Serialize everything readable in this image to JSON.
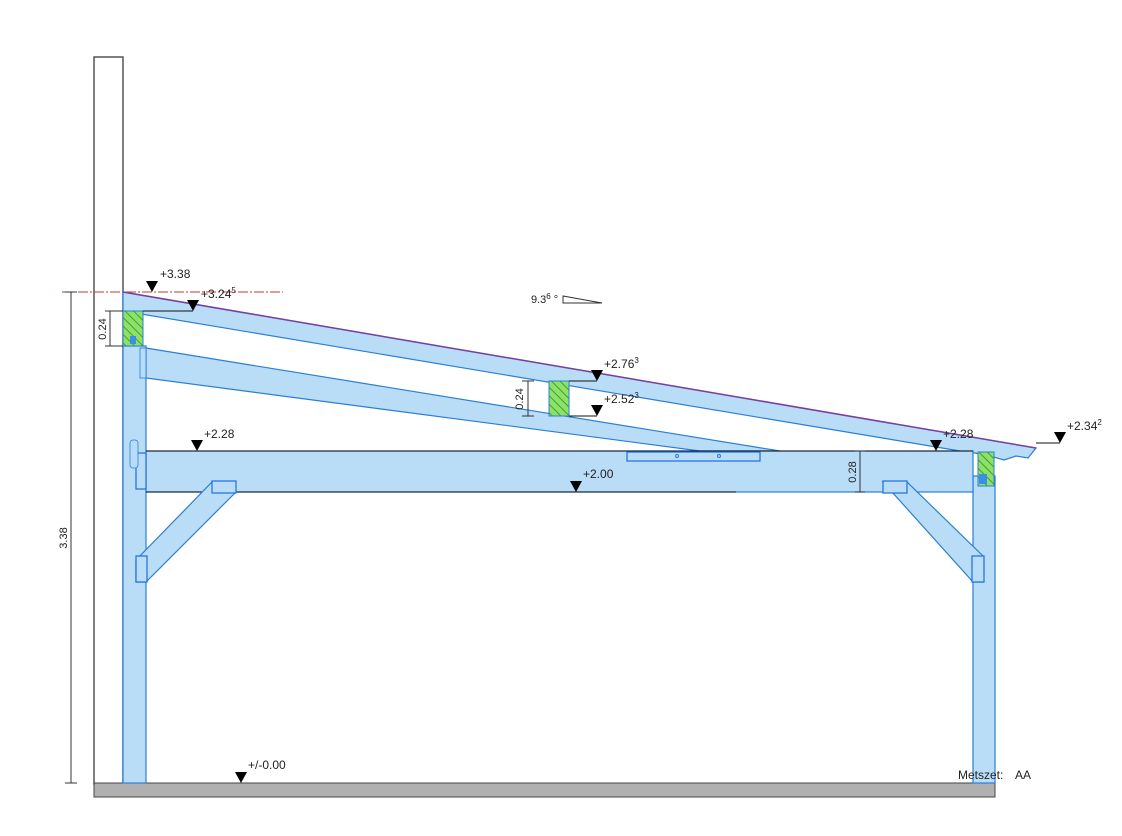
{
  "drawing": {
    "section_label": "Metszet:",
    "section_name": "AA",
    "roof_pitch": {
      "value": "9.3",
      "sup": "6",
      "unit": "°"
    },
    "levels": {
      "wall_top": {
        "value": "+3.38",
        "sup": ""
      },
      "rafter_top_wall": {
        "value": "+3.24",
        "sup": "5"
      },
      "rafter_top_mid": {
        "value": "+2.76",
        "sup": "3"
      },
      "purlin_bottom_mid": {
        "value": "+2.52",
        "sup": "3"
      },
      "beam_top_left": {
        "value": "+2.28",
        "sup": ""
      },
      "beam_top_right": {
        "value": "+2.28",
        "sup": ""
      },
      "eave": {
        "value": "+2.34",
        "sup": "2"
      },
      "beam_bottom": {
        "value": "+2.00",
        "sup": ""
      },
      "ground": {
        "value": "+/-0.00",
        "sup": ""
      }
    },
    "dimensions": {
      "total_height": "3.38",
      "wall_purlin_height": "0.24",
      "mid_purlin_height": "0.24",
      "beam_height": "0.28"
    },
    "colors": {
      "timber_fill": "#b9dcf7",
      "timber_stroke": "#2a7fd4",
      "section_hatch": "#7ed957",
      "roof_line": "#7a3fa0",
      "datum_line": "#c0392b",
      "ground": "#b0b0b0"
    }
  }
}
